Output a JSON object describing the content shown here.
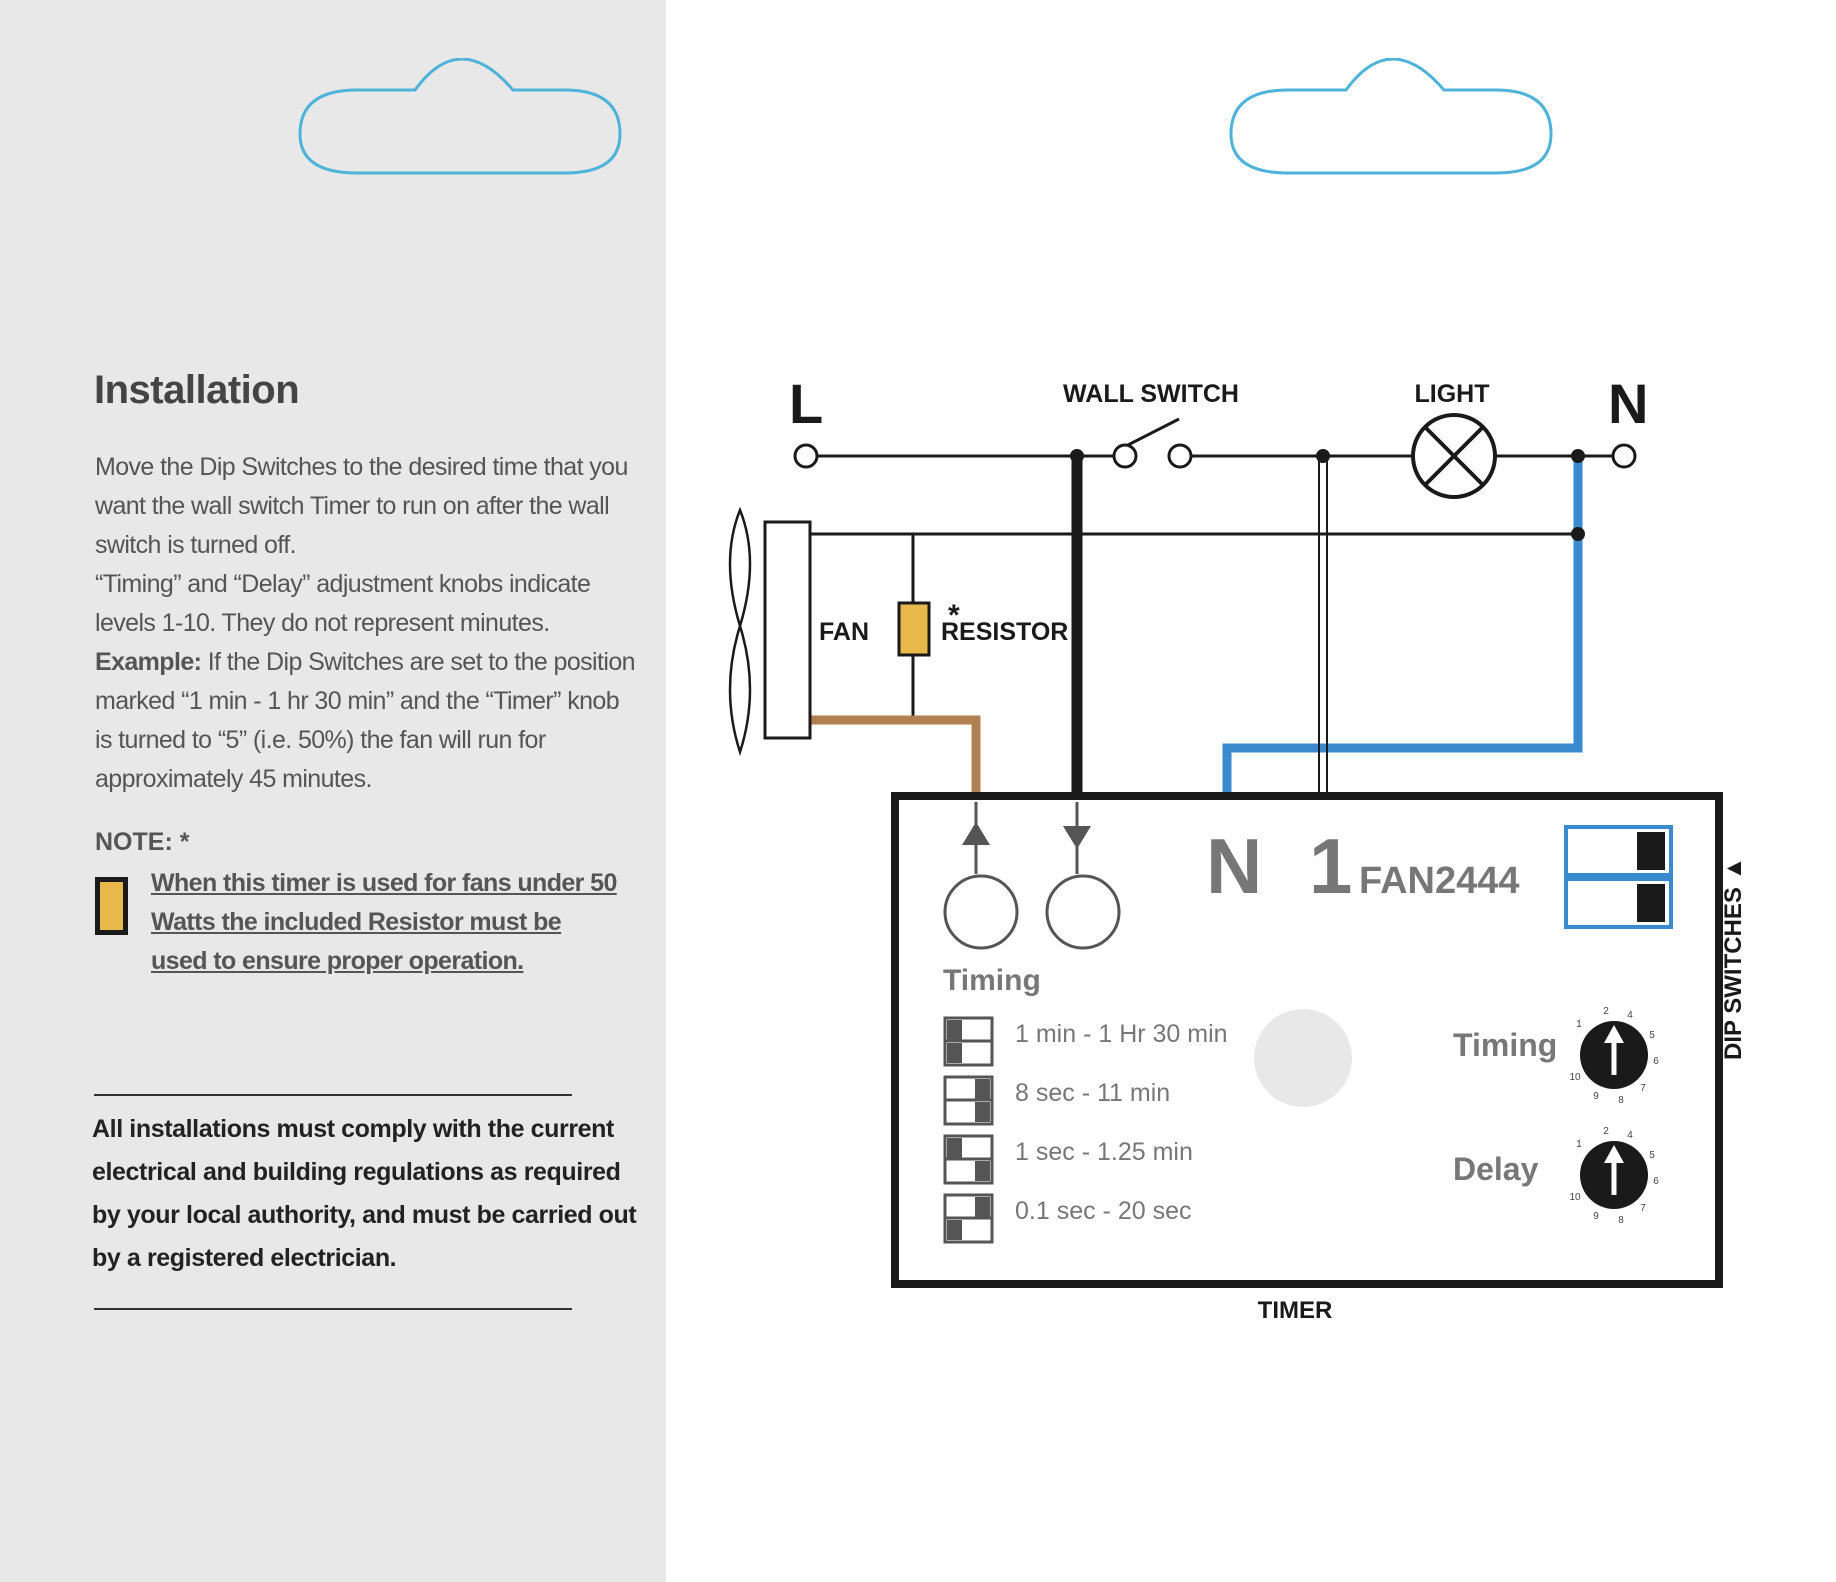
{
  "colors": {
    "left_bg": "#e8e8e8",
    "cloud_outline": "#4fb3d9",
    "wire_black": "#1a1a1a",
    "wire_blue": "#3a8ad0",
    "wire_brown": "#b08050",
    "resistor_fill": "#e8b84a",
    "dip_blue": "#3a8ad0",
    "gray_text": "#777777"
  },
  "installation": {
    "title": "Installation",
    "para1": "Move the Dip Switches to the desired time that you want the wall switch Timer to run on after the wall switch is turned off.",
    "para2": "“Timing” and “Delay” adjustment knobs indicate levels 1-10.  They do not represent minutes.",
    "example_label": "Example:",
    "example_text": " If the Dip Switches are set to the position marked “1 min - 1 hr 30 min” and the “Timer” knob is turned to “5” (i.e. 50%) the fan will run for approximately 45 minutes.",
    "note_label": "NOTE: *",
    "note_text": "When this timer is used for fans under 50 Watts the included Resistor must be used to ensure proper operation.",
    "compliance": "All installations must comply with the current electrical and building regulations as required by your local authority, and must be carried out by a registered electrician."
  },
  "diagram": {
    "label_L": "L",
    "label_N": "N",
    "label_wall_switch": "WALL SWITCH",
    "label_light": "LIGHT",
    "label_fan": "FAN",
    "resistor_asterisk": "*",
    "label_resistor": "RESISTOR",
    "timer": {
      "terminal_N": "N",
      "terminal_1": "1",
      "model": "FAN2444",
      "timing_heading": "Timing",
      "ranges": [
        "1 min - 1 Hr 30 min",
        "8 sec - 11 min",
        "1 sec - 1.25 min",
        "0.1 sec - 20 sec"
      ],
      "knob_timing_label": "Timing",
      "knob_delay_label": "Delay",
      "knob_scale": [
        "1",
        "2",
        "4",
        "5",
        "6",
        "7",
        "8",
        "9",
        "10"
      ],
      "dip_switches_label": "DIP SWITCHES ▲",
      "caption": "TIMER"
    }
  }
}
